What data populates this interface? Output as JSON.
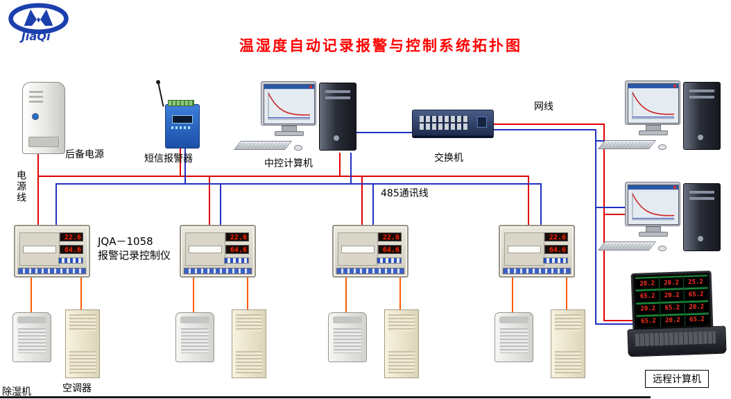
{
  "header": {
    "title": "温湿度自动记录报警与控制系统拓扑图",
    "logo_text": "JiaQi"
  },
  "devices": {
    "backup_power_label": "后备电源",
    "sms_alarm_label": "短信报警器",
    "central_computer_label": "中控计算机",
    "switch_label": "交换机",
    "remote_computer_label": "远程计算机",
    "dehumidifier_label": "除湿机",
    "air_conditioner_label": "空调器"
  },
  "wires": {
    "power_line_label": "电源线",
    "network_cable_label": "网线",
    "comm_line_label": "485通讯线"
  },
  "controller": {
    "model": "JQA－1058",
    "name": "报警记录控制仪"
  },
  "controllers": [
    {
      "temp": "22.6",
      "humidity": "64.6"
    },
    {
      "temp": "22.6",
      "humidity": "64.6"
    },
    {
      "temp": "22.6",
      "humidity": "64.6"
    },
    {
      "temp": "22.6",
      "humidity": "64.6"
    }
  ],
  "laptop_screen": {
    "cells": [
      "20.2",
      "20.2",
      "25.2",
      "65.2",
      "20.2",
      "65.2",
      "20.2",
      "65.2",
      "20.2",
      "65.2",
      "20.2",
      "65.2"
    ]
  },
  "colors": {
    "power_wire": "#e00000",
    "comm_wire": "#2030c0",
    "appliance_wire": "#ff5a00",
    "title": "#ff0000"
  }
}
